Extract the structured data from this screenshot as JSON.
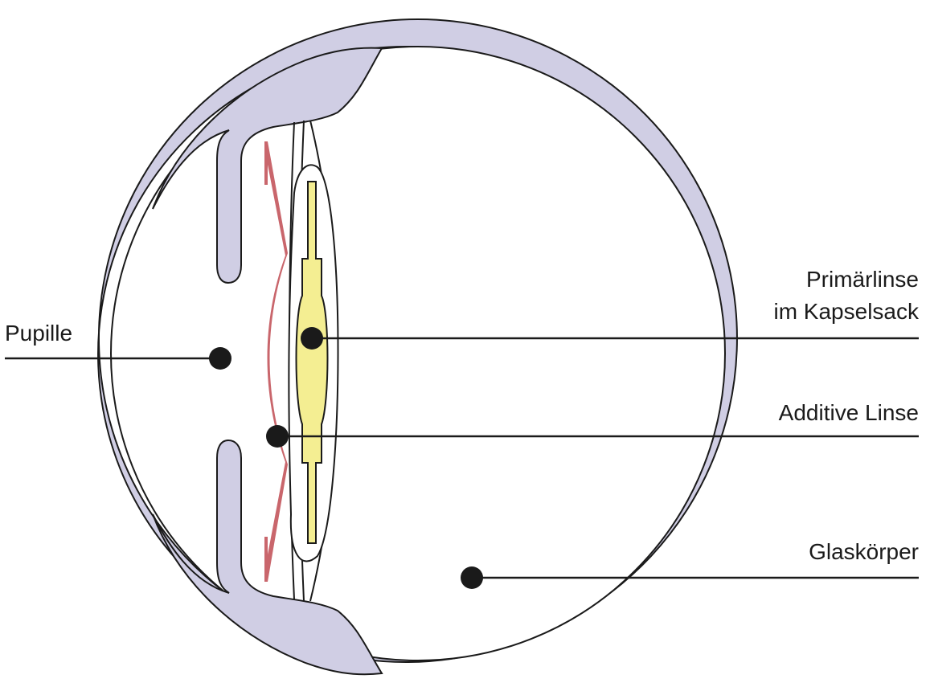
{
  "colors": {
    "sclera": "#d0cee4",
    "outline": "#1a1a1a",
    "primary_lens": "#f4ee92",
    "additive_lens": "#c9666c",
    "background": "#ffffff"
  },
  "labels": {
    "pupille": "Pupille",
    "primaerlinse_line1": "Primärlinse",
    "primaerlinse_line2": "im Kapselsack",
    "additive_linse": "Additive Linse",
    "glaskoerper": "Glaskörper"
  }
}
